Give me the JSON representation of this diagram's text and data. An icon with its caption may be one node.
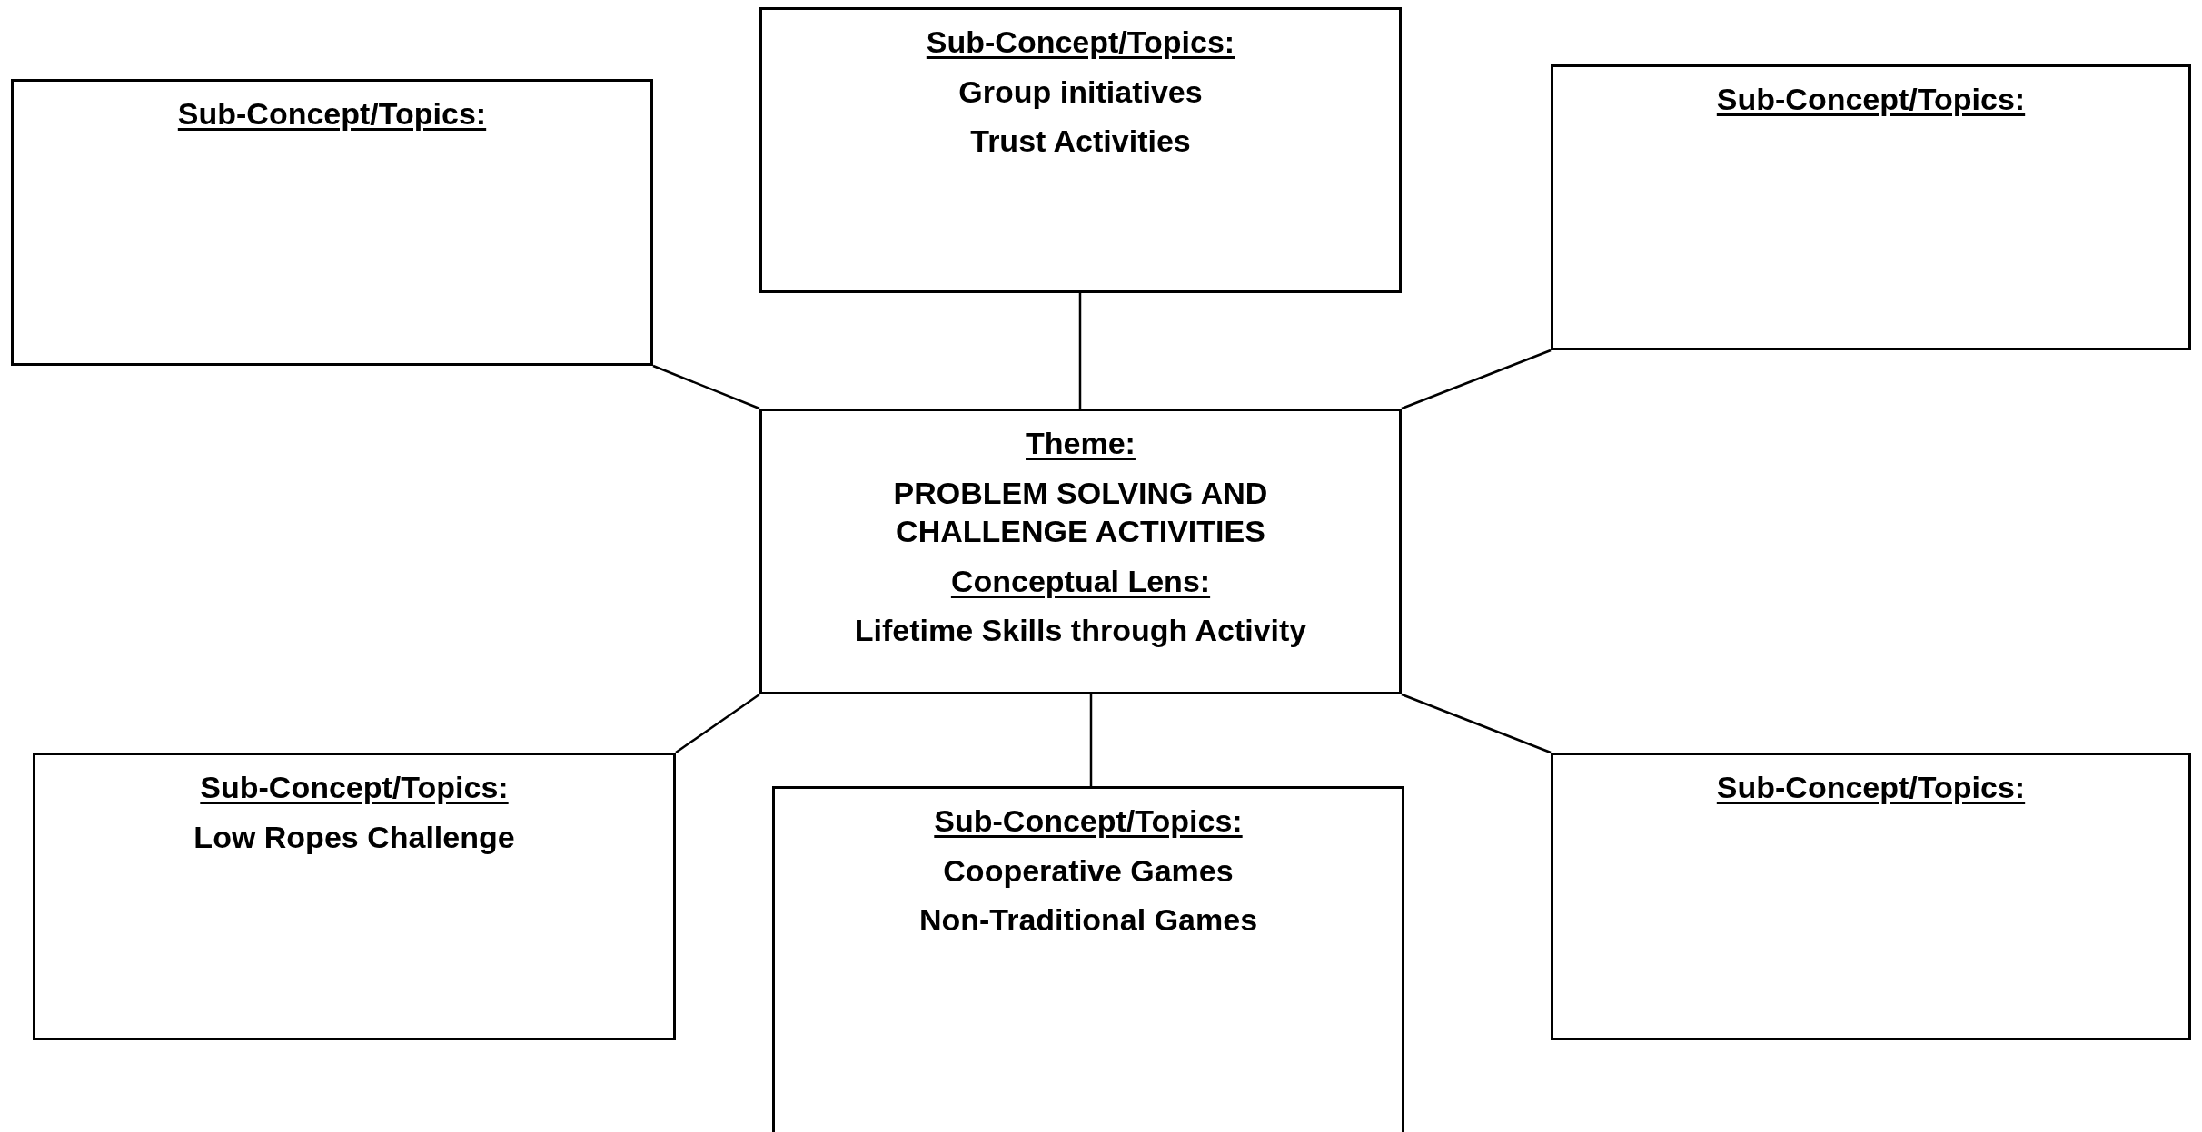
{
  "diagram": {
    "nodes": [
      {
        "text": [
          "Sub-Concept/Topics:"
        ]
      },
      {
        "text": [
          "Sub-Concept/Topics:",
          "Group initiatives",
          "Trust Activities"
        ]
      },
      {
        "text": [
          "Sub-Concept/Topics:"
        ]
      },
      {
        "text": [
          "Theme:",
          "PROBLEM SOLVING AND CHALLENGE ACTIVITIES",
          "Conceptual Lens:",
          "Lifetime Skills through Activity"
        ]
      },
      {
        "text": [
          "Sub-Concept/Topics:",
          "Low Ropes Challenge"
        ]
      },
      {
        "text": [
          "Sub-Concept/Topics:",
          "Cooperative Games",
          "Non-Traditional Games"
        ]
      },
      {
        "text": [
          "Sub-Concept/Topics:"
        ]
      }
    ],
    "edges": [
      {
        "from": 3,
        "to": 0,
        "arrow": "none"
      },
      {
        "from": 3,
        "to": 1,
        "arrow": "none"
      },
      {
        "from": 3,
        "to": 2,
        "arrow": "none"
      },
      {
        "from": 3,
        "to": 4,
        "arrow": "none"
      },
      {
        "from": 3,
        "to": 5,
        "arrow": "none"
      },
      {
        "from": 3,
        "to": 6,
        "arrow": "none"
      }
    ]
  }
}
